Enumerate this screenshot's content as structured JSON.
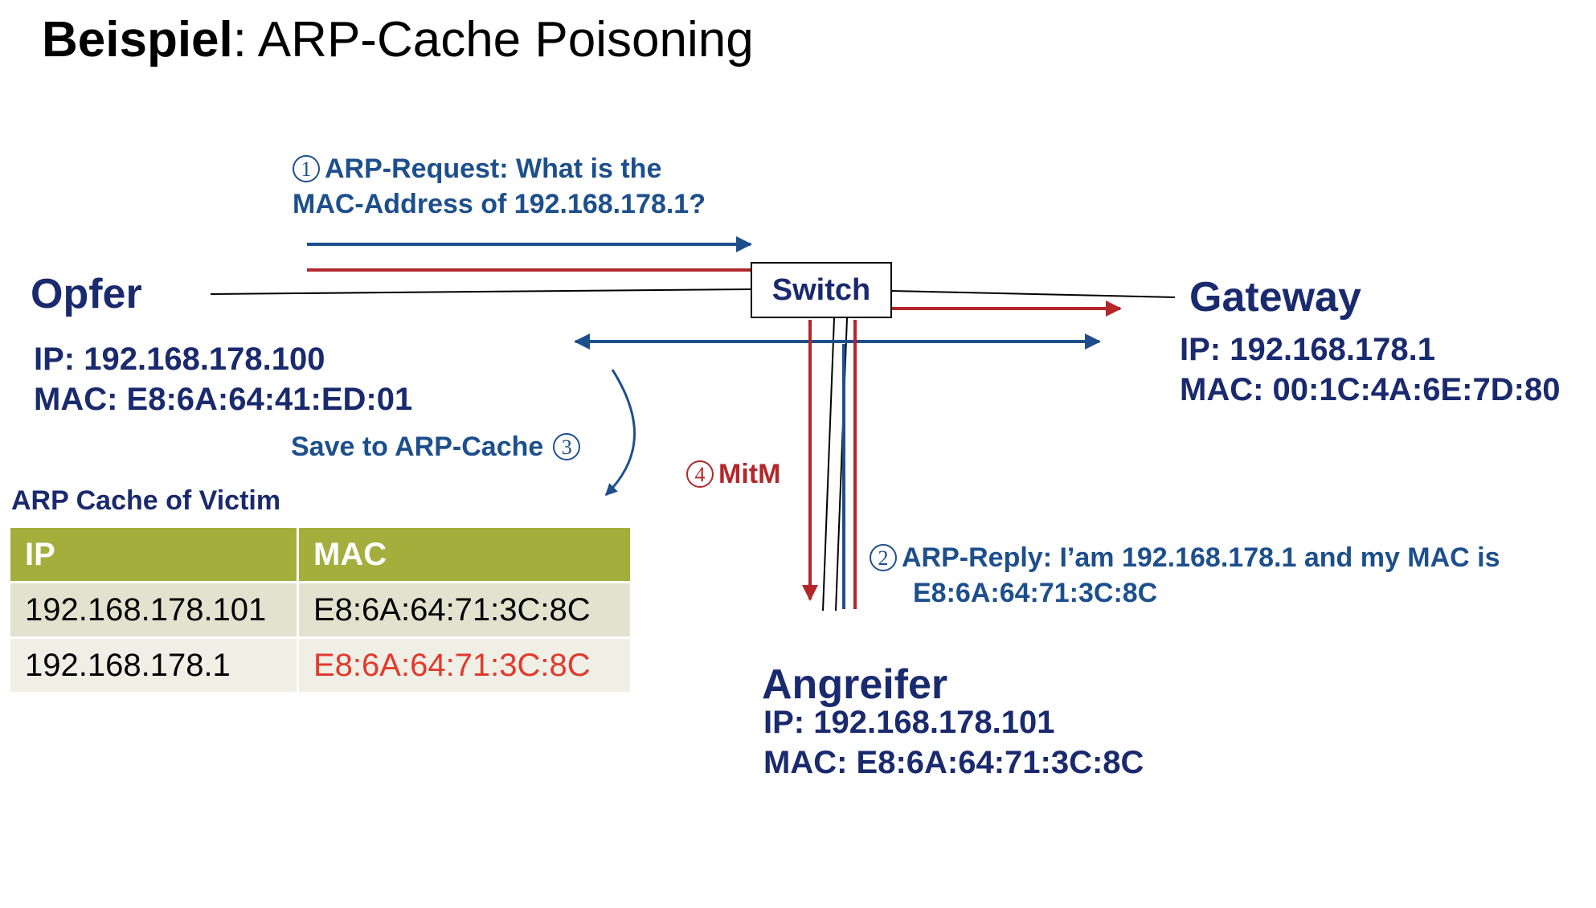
{
  "title": {
    "bold": "Beispiel",
    "rest": ": ARP-Cache Poisoning"
  },
  "steps": {
    "request": {
      "number": "1",
      "line1": "ARP-Request: What is the",
      "line2": "MAC-Address of 192.168.178.1?"
    },
    "reply": {
      "number": "2",
      "line1": "ARP-Reply: I’am 192.168.178.1 and my MAC is",
      "line2": "E8:6A:64:71:3C:8C"
    },
    "save": {
      "number": "3",
      "label": "Save to ARP-Cache"
    },
    "mitm": {
      "number": "4",
      "label": "MitM"
    }
  },
  "switch": {
    "label": "Switch"
  },
  "victim": {
    "name": "Opfer",
    "ip": "IP: 192.168.178.100",
    "mac": "MAC: E8:6A:64:41:ED:01"
  },
  "gateway": {
    "name": "Gateway",
    "ip": "IP: 192.168.178.1",
    "mac": "MAC: 00:1C:4A:6E:7D:80"
  },
  "attacker": {
    "name": "Angreifer",
    "ip": "IP: 192.168.178.101",
    "mac": "MAC: E8:6A:64:71:3C:8C"
  },
  "arp_cache": {
    "caption": "ARP Cache of Victim",
    "headers": [
      "IP",
      "MAC"
    ],
    "rows": [
      [
        "192.168.178.101",
        "E8:6A:64:71:3C:8C"
      ],
      [
        "192.168.178.1",
        "E8:6A:64:71:3C:8C"
      ]
    ]
  },
  "colors": {
    "blue": "#1d4f8c",
    "red": "#b3272a",
    "navy": "#1a2a6e",
    "header_green": "#a4ae3c",
    "poison_red": "#e2392c"
  }
}
